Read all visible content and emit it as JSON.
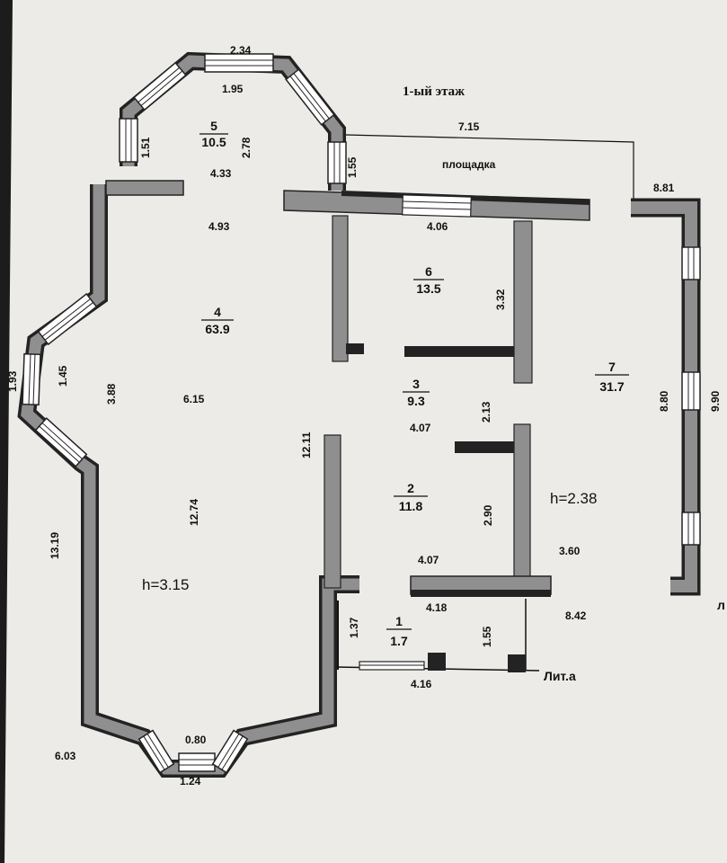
{
  "floor_title": "1-ый этаж",
  "colors": {
    "wall": "#8f8f8f",
    "wall_dark": "#232323",
    "window": "#ffffff",
    "paper": "#ecebe7",
    "line": "#111111"
  },
  "rooms": [
    {
      "number": "1",
      "area": "1.7"
    },
    {
      "number": "2",
      "area": "11.8"
    },
    {
      "number": "3",
      "area": "9.3"
    },
    {
      "number": "4",
      "area": "63.9"
    },
    {
      "number": "5",
      "area": "10.5"
    },
    {
      "number": "6",
      "area": "13.5"
    },
    {
      "number": "7",
      "area": "31.7"
    }
  ],
  "labels": {
    "platform": "площадка",
    "lit": "Лит.а",
    "h_main": "h=3.15",
    "h_right": "h=2.38",
    "edge": "л"
  },
  "dims": {
    "d_234": "2.34",
    "d_195": "1.95",
    "d_151": "1.51",
    "d_278": "2.78",
    "d_433": "4.33",
    "d_155a": "1.55",
    "d_493": "4.93",
    "d_715": "7.15",
    "d_881": "8.81",
    "d_406": "4.06",
    "d_332": "3.32",
    "d_193": "1.93",
    "d_145": "1.45",
    "d_388": "3.88",
    "d_615": "6.15",
    "d_1211": "12.11",
    "d_407a": "4.07",
    "d_213": "2.13",
    "d_880": "8.80",
    "d_990": "9.90",
    "d_1274": "12.74",
    "d_1319": "13.19",
    "d_290": "2.90",
    "d_360": "3.60",
    "d_407b": "4.07",
    "d_418": "4.18",
    "d_842": "8.42",
    "d_137": "1.37",
    "d_155b": "1.55",
    "d_416": "4.16",
    "d_080": "0.80",
    "d_603": "6.03",
    "d_124": "1.24"
  }
}
